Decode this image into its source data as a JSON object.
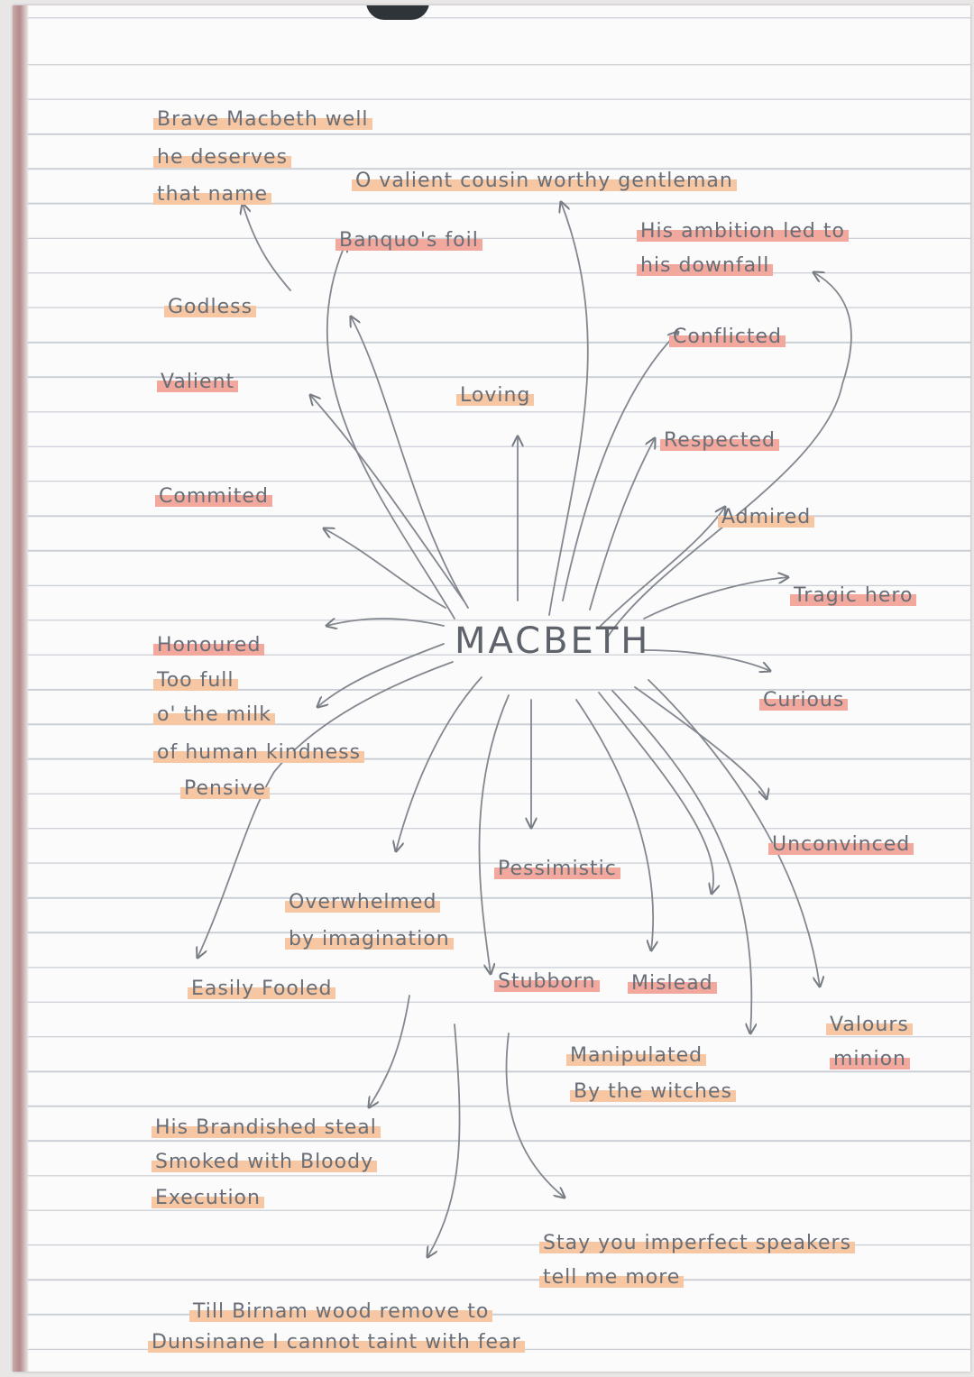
{
  "title": "MACBETH",
  "colors": {
    "pink_highlight": "#f2a89c",
    "orange_highlight": "#f6c7a2",
    "ink": "#6a6e77"
  },
  "labels": {
    "brave_line1": "Brave  Macbeth  well",
    "brave_line2": "he deserves",
    "brave_line3": "that     name",
    "o_valiant": "O  valient cousin  worthy  gentleman",
    "banquos_foil": "Banquo's  foil",
    "ambition_line1": "His ambition led to",
    "ambition_line2": "his downfall",
    "godless": "Godless",
    "conflicted": "Conflicted",
    "valiant": "Valient",
    "loving": "Loving",
    "respected": "Respected",
    "commited": "Commited",
    "admired": "Admired",
    "tragic_hero": "Tragic  hero",
    "honoured": "Honoured",
    "milk_line1": "Too full",
    "milk_line2": "o' the milk",
    "milk_line3": "of human kindness",
    "curious": "Curious",
    "pensive": "Pensive",
    "unconvinced": "Unconvinced",
    "pessimistic": "Pessimistic",
    "overwhelmed_line1": "Overwhelmed",
    "overwhelmed_line2": "by imagination",
    "easily_fooled": "Easily  Fooled",
    "stubborn": "Stubborn",
    "mislead": "Mislead",
    "valours_line1": "Valours",
    "valours_line2": "minion",
    "manipulated_line1": "Manipulated",
    "manipulated_line2": "By the witches",
    "brandished_line1": "His  Brandished steal",
    "brandished_line2": "Smoked  with  Bloody",
    "brandished_line3": "Execution",
    "stay_line1": "Stay you imperfect speakers",
    "stay_line2": "tell me more",
    "birnam_line1": "Till  Birnam wood remove  to",
    "birnam_line2": "Dunsinane  I  cannot  taint  with  fear"
  }
}
